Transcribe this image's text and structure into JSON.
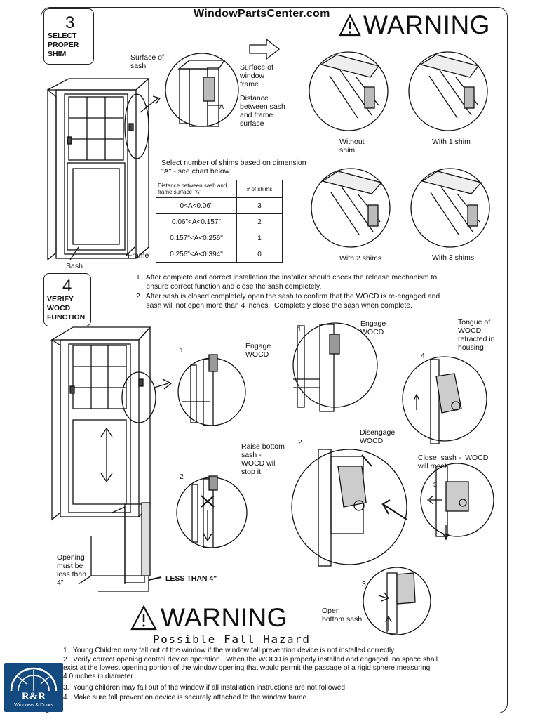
{
  "header": {
    "site_title": "WindowParts",
    "site_title_suffix": "Center.com",
    "warning_word": "WARNING"
  },
  "step3": {
    "number": "3",
    "label_lines": [
      "SELECT",
      "PROPER",
      "SHIM"
    ],
    "callouts": {
      "surface_of_sash": "Surface of\nsash",
      "surface_of_frame": "Surface of\nwindow\nframe",
      "distance_caption": "Distance\nbetween sash\nand frame\nsurface",
      "a_marker": "A",
      "frame": "Frame",
      "sash": "Sash"
    },
    "instruction": "Select number of shims based on dimension\n\"A\" - see chart below",
    "table": {
      "headers": [
        "Distance between sash and frame surface \"A\"",
        "# of shims"
      ],
      "rows": [
        [
          "0<A<0.06\"",
          "3"
        ],
        [
          "0.06\"<A<0.157\"",
          "2"
        ],
        [
          "0.157\"<A<0.256\"",
          "1"
        ],
        [
          "0.256\"<A<0.394\"",
          "0"
        ]
      ]
    },
    "shim_views": [
      "Without\nshim",
      "With 1 shim",
      "With 2 shims",
      "With 3 shims"
    ]
  },
  "step4": {
    "number": "4",
    "label_lines": [
      "VERIFY",
      "WOCD",
      "FUNCTION"
    ],
    "instructions": [
      "1.  After complete and correct installation the installer should check the release mechanism to\n     ensure correct function and close the sash completely.",
      "2.  After sash is closed completely open the sash to confirm that the WOCD is re-engaged and\n     sash will not open more than 4 inches.  Completely close the sash when complete."
    ],
    "left_callouts": {
      "engage": "Engage\nWOCD",
      "raise": "Raise bottom\nsash -\nWOCD will\nstop it",
      "opening": "Opening\nmust be\nless than\n4\"",
      "less_than": "LESS THAN 4\"",
      "n1": "1",
      "n2": "2"
    },
    "right_callouts": {
      "engage": "Engage\nWOCD",
      "disengage": "Disengage\nWOCD",
      "tongue": "Tongue of\nWOCD\nretracted in\nhousing",
      "close": "Close  sash -  WOCD\nwill reset",
      "open": "Open\nbottom sash",
      "n1": "1",
      "n2": "2",
      "n3": "3",
      "n4": "4",
      "n5": "5"
    }
  },
  "hazard": {
    "warning_word": "WARNING",
    "subtitle": "Possible Fall Hazard",
    "items": [
      "1.  Young Children may fall out of the window if the window fall prevention device is not installed correctly.",
      "2.  Verify correct opening control device operation.  When the WOCD is properly installed and engaged, no space shall\nexist at the lowest opening portion of the window opening that would permit the passage of a rigid sphere measuring\n4.0 inches in diameter.",
      "3.  Young children may fall out of the window if all installation instructions are not followed.",
      "4.  Make sure fall prevention device is securely attached to the window frame."
    ]
  },
  "logo": {
    "brand": "R&R",
    "tagline": "Windows & Doors"
  },
  "colors": {
    "ink": "#111111",
    "logo_blue": "#134a80"
  }
}
